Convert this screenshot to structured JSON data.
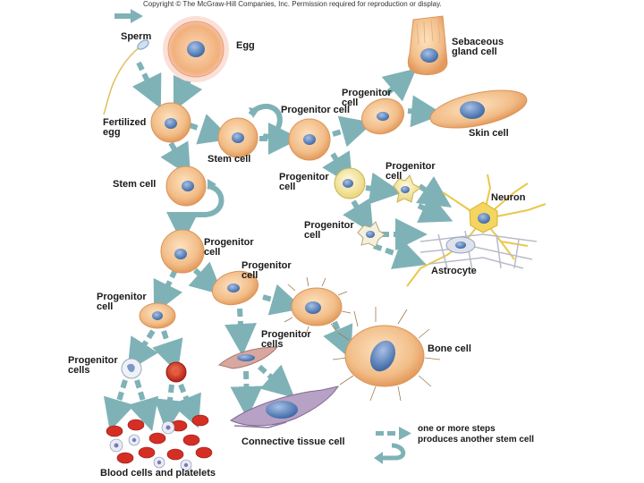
{
  "copyright": "Copyright © The McGraw-Hill Companies, Inc. Permission required for reproduction or display.",
  "labels": {
    "sperm": "Sperm",
    "egg": "Egg",
    "fertilized_egg": "Fertilized\negg",
    "stem_cell_1": "Stem cell",
    "stem_cell_2": "Stem cell",
    "progenitor_cell_top": "Progenitor cell",
    "progenitor_cell_upper": "Progenitor\ncell",
    "sebaceous": "Sebaceous\ngland cell",
    "skin_cell": "Skin cell",
    "progenitor_cell_neuro_a": "Progenitor\ncell",
    "progenitor_cell_neuro_b": "Progenitor\ncell",
    "progenitor_cell_neuro_c": "Progenitor\ncell",
    "neuron": "Neuron",
    "astrocyte": "Astrocyte",
    "progenitor_cell_mid": "Progenitor\ncell",
    "progenitor_cell_mid2": "Progenitor\ncell",
    "progenitor_cell_left": "Progenitor\ncell",
    "progenitor_cells_left": "Progenitor\ncells",
    "progenitor_cells_mid": "Progenitor\ncells",
    "bone_cell": "Bone cell",
    "connective_tissue": "Connective tissue cell",
    "blood_cells": "Blood cells and platelets"
  },
  "legend": {
    "arrow_text": "one or more steps",
    "loop_text": "produces another stem cell"
  },
  "colors": {
    "arrow": "#7fb2b7",
    "cell_fill": "#f2c08f",
    "cell_edge": "#d9955a",
    "nucleus": "#5a83b8",
    "neural_fill": "#f6eeb0",
    "red_cell": "#d2302b"
  }
}
